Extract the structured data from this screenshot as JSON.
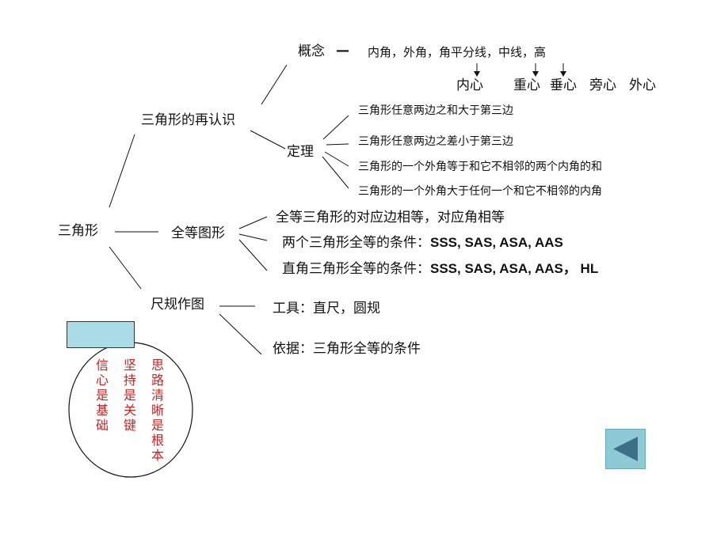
{
  "root": {
    "label": "三角形"
  },
  "branch_recognition": {
    "label": "三角形的再认识",
    "concept": {
      "label": "概念",
      "dash": "—",
      "items": [
        "内角，外角，角平分线，中线，高"
      ],
      "centers": [
        "内心",
        "重心",
        "垂心",
        "旁心",
        "外心"
      ]
    },
    "theorem": {
      "label": "定理",
      "items": [
        "三角形任意两边之和大于第三边",
        "三角形任意两边之差小于第三边",
        "三角形的一个外角等于和它不相邻的两个内角的和",
        "三角形的一个外角大于任何一个和它不相邻的内角"
      ]
    }
  },
  "branch_congruent": {
    "label": "全等图形",
    "items": [
      {
        "text": "全等三角形的对应边相等，对应角相等",
        "bold": ""
      },
      {
        "text": "两个三角形全等的条件：",
        "bold": "SSS, SAS, ASA, AAS"
      },
      {
        "text": "直角三角形全等的条件：",
        "bold": "SSS, SAS, ASA, AAS，  HL"
      }
    ]
  },
  "branch_construction": {
    "label": "尺规作图",
    "items": [
      "工具：直尺，圆规",
      "依据：三角形全等的条件"
    ]
  },
  "circle_notes": [
    "信心是基础",
    "坚持是关键",
    "思路清晰是根本"
  ],
  "colors": {
    "lines": "#111111",
    "notes": "#cc2222",
    "box": "#a9dce6",
    "nav": "#8ec9d6",
    "arrow": "#3d6f86"
  },
  "nav": {
    "icon": "back-arrow-icon"
  }
}
